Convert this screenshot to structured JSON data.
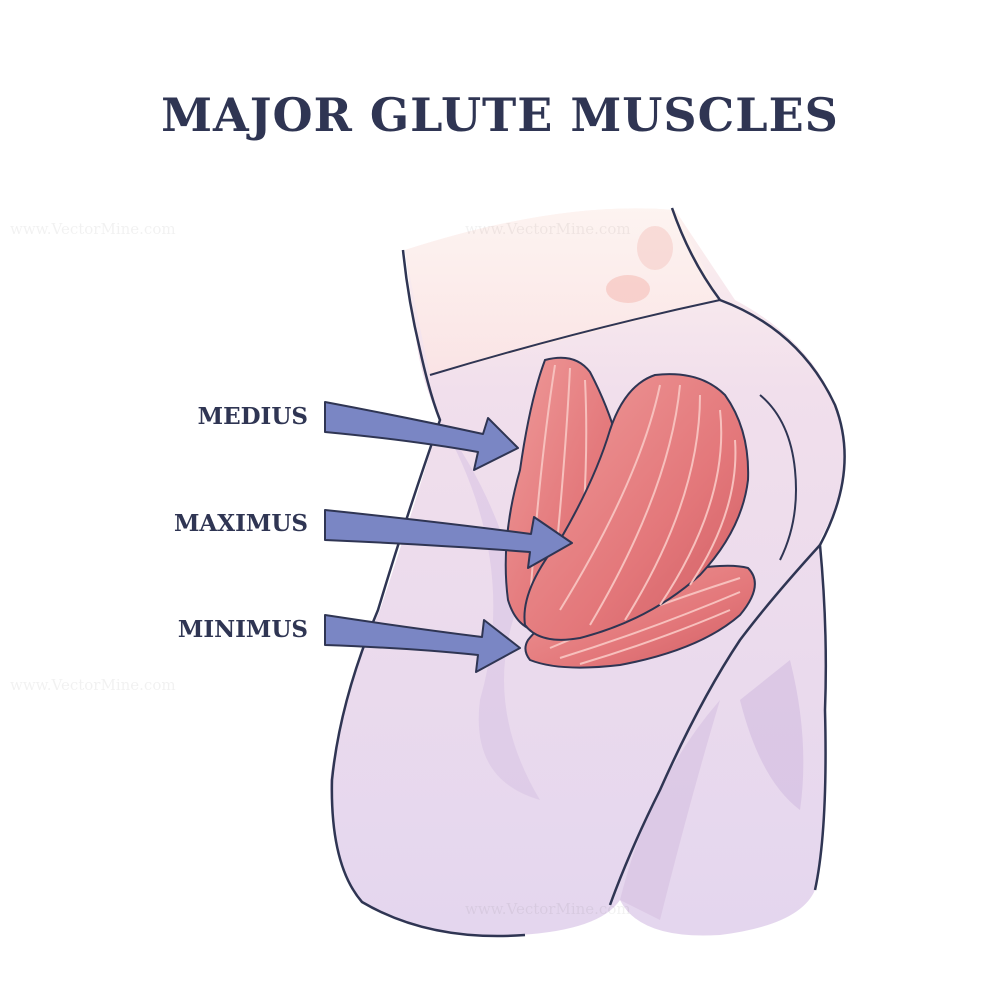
{
  "title": "MAJOR GLUTE MUSCLES",
  "labels": {
    "medius": "MEDIUS",
    "maximus": "MAXIMUS",
    "minimus": "MINIMUS"
  },
  "watermark": "www.VectorMine.com",
  "colors": {
    "text": "#2f3553",
    "arrow_fill": "#7a86c4",
    "arrow_stroke": "#2f3553",
    "muscle": "#e2787a",
    "muscle_dark": "#cf5a60",
    "skin_upper": "#fbe9ea",
    "skin_lower": "#eadcef",
    "outline": "#2f3553"
  }
}
